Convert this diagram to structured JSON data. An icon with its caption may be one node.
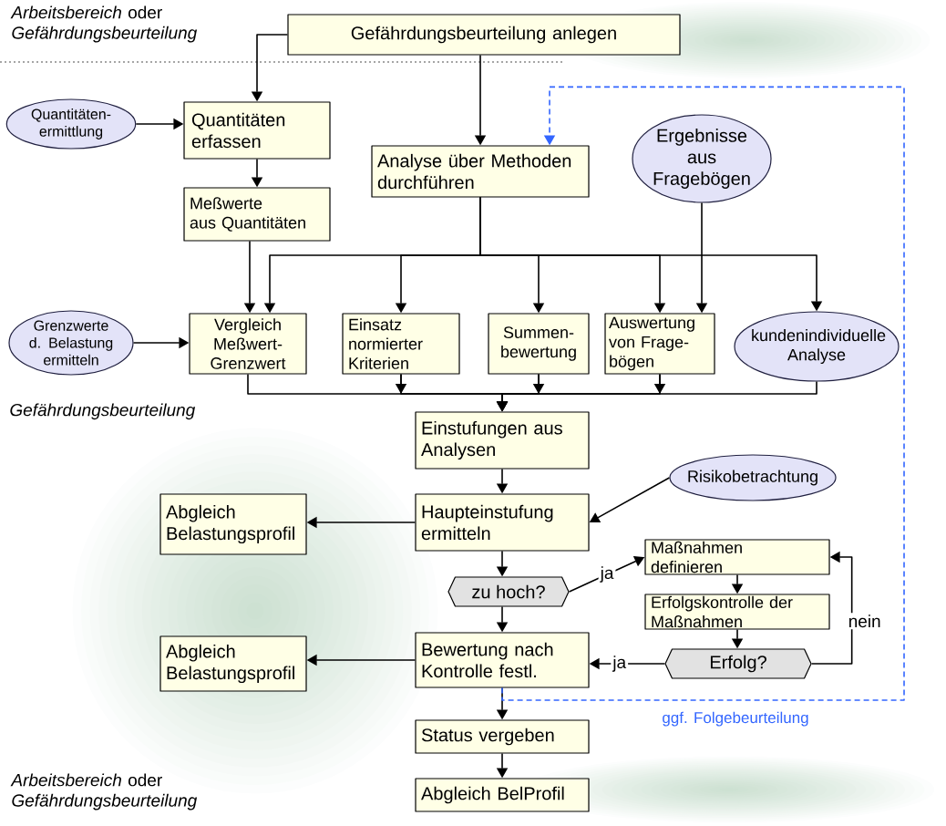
{
  "diagram": {
    "nodes": [
      {
        "text": [
          "Gefährdungsbeurteilung anlegen"
        ]
      },
      {
        "text": [
          "Quantitäten- ermittlung"
        ]
      },
      {
        "text": [
          "Quantitäten erfassen"
        ]
      },
      {
        "text": [
          "Analyse über Methoden durchführen"
        ]
      },
      {
        "text": [
          "Ergebnisse aus Fragebögen"
        ]
      },
      {
        "text": [
          "Meßwerte aus Quantitäten"
        ]
      },
      {
        "text": [
          "Grenzwerte d. Belastung ermitteln"
        ]
      },
      {
        "text": [
          "Vergleich Meßwert- Grenzwert"
        ]
      },
      {
        "text": [
          "Einsatz normierter Kriterien"
        ]
      },
      {
        "text": [
          "Summen- bewertung"
        ]
      },
      {
        "text": [
          "Auswertung von Frage- bögen"
        ]
      },
      {
        "text": [
          "kundenindividuelle Analyse"
        ]
      },
      {
        "text": [
          "Einstufungen aus Analysen"
        ]
      },
      {
        "text": [
          "Risikobetrachtung"
        ]
      },
      {
        "text": [
          "Abgleich Belastungsprofil"
        ]
      },
      {
        "text": [
          "Haupteinstufung ermitteln"
        ]
      },
      {
        "text": [
          "zu hoch?"
        ]
      },
      {
        "text": [
          "Maßnahmen definieren"
        ]
      },
      {
        "text": [
          "Erfolgskontrolle der Maßnahmen"
        ]
      },
      {
        "text": [
          "Abgleich Belastungsprofil"
        ]
      },
      {
        "text": [
          "Bewertung nach Kontrolle festl."
        ]
      },
      {
        "text": [
          "Erfolg?"
        ]
      },
      {
        "text": [
          "Status vergeben"
        ]
      },
      {
        "text": [
          "Abgleich BelProfil"
        ]
      }
    ],
    "edges": [
      {
        "from": 0,
        "to": 2,
        "arrow": "to"
      },
      {
        "from": 0,
        "to": 3,
        "arrow": "to"
      },
      {
        "from": 1,
        "to": 2,
        "arrow": "to"
      },
      {
        "from": 2,
        "to": 5,
        "arrow": "to"
      },
      {
        "from": 3,
        "to": 7,
        "arrow": "to"
      },
      {
        "from": 3,
        "to": 8,
        "arrow": "to"
      },
      {
        "from": 3,
        "to": 9,
        "arrow": "to"
      },
      {
        "from": 3,
        "to": 10,
        "arrow": "to"
      },
      {
        "from": 3,
        "to": 11,
        "arrow": "to"
      },
      {
        "from": 4,
        "to": 10,
        "arrow": "to"
      },
      {
        "from": 5,
        "to": 7,
        "arrow": "to"
      },
      {
        "from": 6,
        "to": 7,
        "arrow": "to"
      },
      {
        "from": 7,
        "to": 12,
        "arrow": "to"
      },
      {
        "from": 8,
        "to": 12,
        "arrow": "to"
      },
      {
        "from": 9,
        "to": 12,
        "arrow": "to"
      },
      {
        "from": 10,
        "to": 12,
        "arrow": "to"
      },
      {
        "from": 11,
        "to": 12,
        "arrow": "to"
      },
      {
        "from": 12,
        "to": 15,
        "arrow": "to"
      },
      {
        "from": 13,
        "to": 15,
        "arrow": "to"
      },
      {
        "from": 15,
        "to": 14,
        "arrow": "to"
      },
      {
        "from": 15,
        "to": 16,
        "arrow": "to"
      },
      {
        "from": 16,
        "to": 17,
        "arrow": "to",
        "label": "ja"
      },
      {
        "from": 16,
        "to": 20,
        "arrow": "to"
      },
      {
        "from": 17,
        "to": 18,
        "arrow": "to"
      },
      {
        "from": 18,
        "to": 21,
        "arrow": "to"
      },
      {
        "from": 21,
        "to": 17,
        "arrow": "to",
        "label": "nein"
      },
      {
        "from": 21,
        "to": 20,
        "arrow": "to",
        "label": "ja"
      },
      {
        "from": 20,
        "to": 19,
        "arrow": "to"
      },
      {
        "from": 20,
        "to": 22,
        "arrow": "to"
      },
      {
        "from": 22,
        "to": 23,
        "arrow": "to"
      },
      {
        "from": 20,
        "to": 3,
        "arrow": "to",
        "label": "ggf. Folgebeurteilung",
        "style": "dashed",
        "color": "#3366ff"
      }
    ],
    "labels": [
      "*Arbeitsbereich* oder *Gefährdungsbeurteilung*",
      "Gefährdungsbeurteilung",
      "*Arbeitsbereich* oder *Gefährdungsbeurteilung*"
    ]
  }
}
